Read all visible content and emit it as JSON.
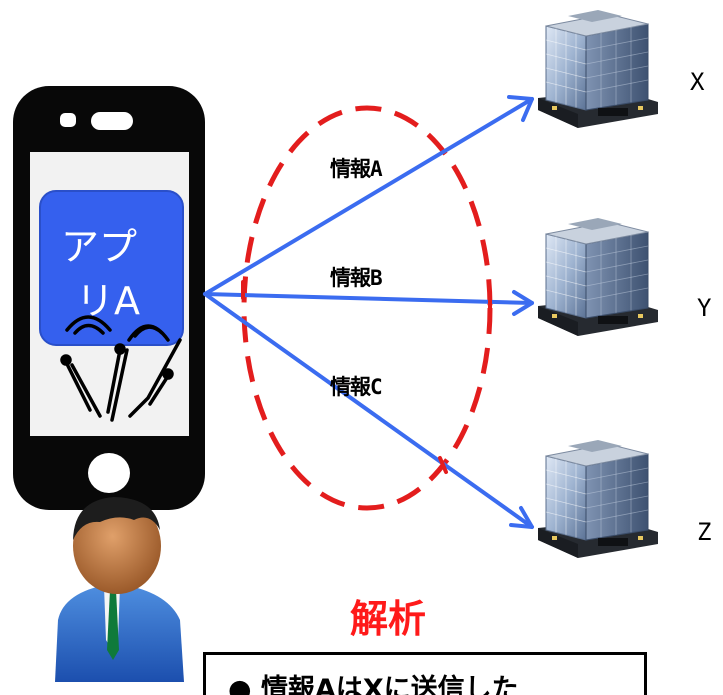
{
  "phone": {
    "app_label_line1": "アプ",
    "app_label_line2": "リA"
  },
  "flows": [
    {
      "label": "情報A",
      "target": "X"
    },
    {
      "label": "情報B",
      "target": "Y"
    },
    {
      "label": "情報C",
      "target": "Z"
    }
  ],
  "servers": [
    {
      "name": "X"
    },
    {
      "name": "Y"
    },
    {
      "name": "Z"
    }
  ],
  "analysis": {
    "title": "解析",
    "result_text": "● 情報AはXに送信した"
  },
  "colors": {
    "arrow": "#3b6cf0",
    "ellipse": "#e31d1d",
    "app_icon": "#3560ee",
    "analysis_title": "#ff1a1a"
  },
  "icons": [
    "smartphone-icon",
    "app-icon",
    "user-icon",
    "building-icon"
  ]
}
